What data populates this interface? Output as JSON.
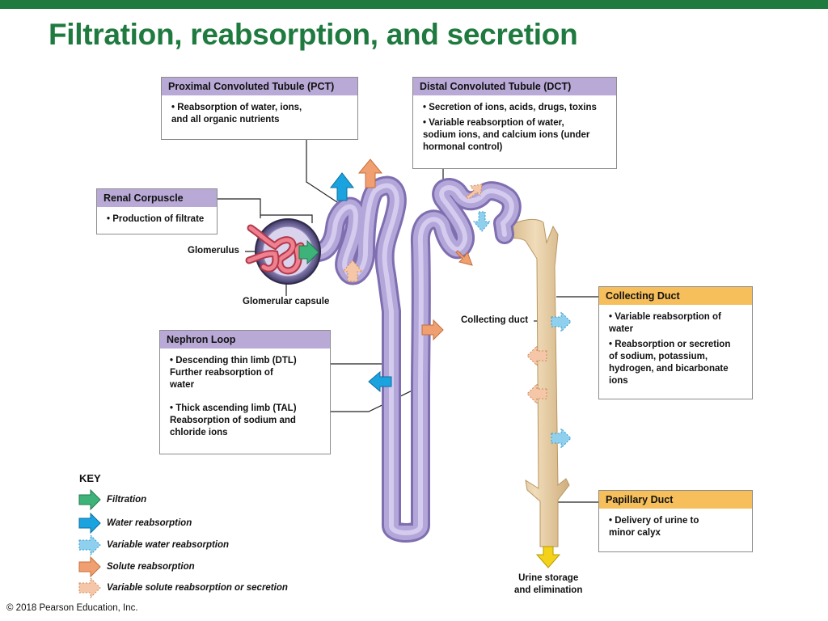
{
  "title": "Filtration, reabsorption, and secretion",
  "boxes": {
    "pct": {
      "header": "Proximal Convoluted Tubule (PCT)",
      "items": [
        "• Reabsorption of water, ions,\n   and all organic nutrients"
      ]
    },
    "dct": {
      "header": "Distal Convoluted Tubule (DCT)",
      "items": [
        "• Secretion of ions, acids, drugs, toxins",
        "• Variable reabsorption of water,\n   sodium ions, and calcium ions (under\n   hormonal control)"
      ]
    },
    "renal": {
      "header": "Renal Corpuscle",
      "items": [
        "• Production of filtrate"
      ]
    },
    "loop": {
      "header": "Nephron Loop",
      "items": [
        "• Descending thin limb (DTL)\n   Further reabsorption of\n   water",
        "• Thick ascending limb (TAL)\n   Reabsorption of sodium and\n   chloride ions"
      ]
    },
    "collecting": {
      "header": "Collecting Duct",
      "items": [
        "• Variable reabsorption of\n   water",
        "•  Reabsorption or secretion\n   of sodium, potassium,\n   hydrogen, and bicarbonate\n   ions"
      ]
    },
    "papillary": {
      "header": "Papillary Duct",
      "items": [
        "• Delivery of urine to\n   minor calyx"
      ]
    }
  },
  "labels": {
    "glomerulus": "Glomerulus",
    "glomerular_capsule": "Glomerular capsule",
    "collecting_duct": "Collecting duct",
    "urine": "Urine storage\nand elimination"
  },
  "key": {
    "title": "KEY",
    "items": [
      {
        "label": "Filtration",
        "color": "#3db37a",
        "dashed": false
      },
      {
        "label": "Water reabsorption",
        "color": "#1ba3e0",
        "dashed": false
      },
      {
        "label": "Variable water reabsorption",
        "color": "#8fd0ee",
        "dashed": true
      },
      {
        "label": "Solute reabsorption",
        "color": "#f0a070",
        "dashed": false
      },
      {
        "label": "Variable solute reabsorption or secretion",
        "color": "#f5b896",
        "dashed": true
      }
    ]
  },
  "colors": {
    "title": "#1e7a3e",
    "tubule": "#a898cc",
    "duct": "#e3c9a0",
    "box_header_purple": "#b9a9d6",
    "box_header_gold": "#f6bf5b"
  },
  "copyright": "© 2018 Pearson Education, Inc."
}
